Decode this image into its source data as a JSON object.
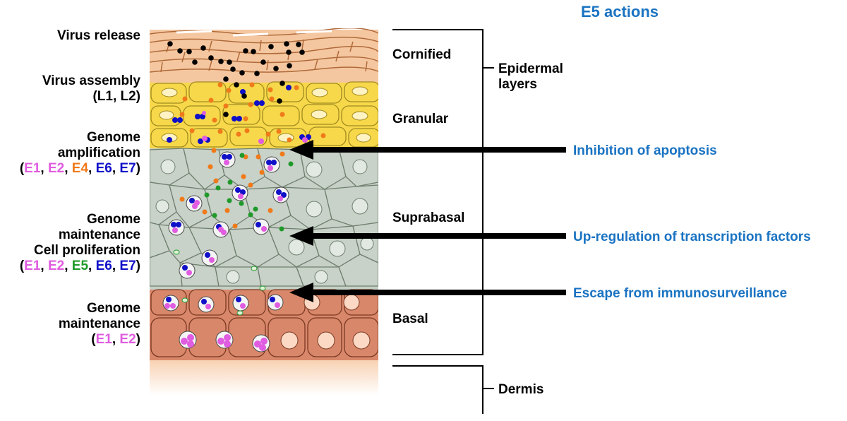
{
  "title": "E5 actions",
  "left_labels": {
    "virus_release": "Virus release",
    "virus_assembly": [
      "Virus assembly",
      "(L1, L2)"
    ],
    "genome_amplification": {
      "lines": [
        "Genome",
        "amplification"
      ],
      "proteins": [
        "E1",
        "E2",
        "E4",
        "E6",
        "E7"
      ]
    },
    "genome_maintenance_proliferation": {
      "lines": [
        "Genome",
        "maintenance",
        "Cell proliferation"
      ],
      "proteins": [
        "E1",
        "E2",
        "E5",
        "E6",
        "E7"
      ]
    },
    "genome_maintenance": {
      "lines": [
        "Genome",
        "maintenance"
      ],
      "proteins": [
        "E1",
        "E2"
      ]
    }
  },
  "layers": {
    "cornified": "Cornified",
    "granular": "Granular",
    "suprabasal": "Suprabasal",
    "basal": "Basal"
  },
  "groups": {
    "epidermal": [
      "Epidermal",
      "layers"
    ],
    "dermis": "Dermis"
  },
  "actions": [
    "Inhibition of apoptosis",
    "Up-regulation of transcription factors",
    "Escape from immunosurveillance"
  ],
  "protein_colors": {
    "E1": "#e05ce0",
    "E2": "#e05ce0",
    "E4": "#f07a1a",
    "E5": "#1f9a2a",
    "E6": "#1010c8",
    "E7": "#1010c8"
  },
  "colors": {
    "accent": "#1a73c2",
    "cornified": "#f5c9a0",
    "granular": "#f7d94a",
    "suprabasal": "#c8d2c8",
    "basal": "#d9876a",
    "dermis": "#fbe3cf",
    "virion": "#000000"
  }
}
